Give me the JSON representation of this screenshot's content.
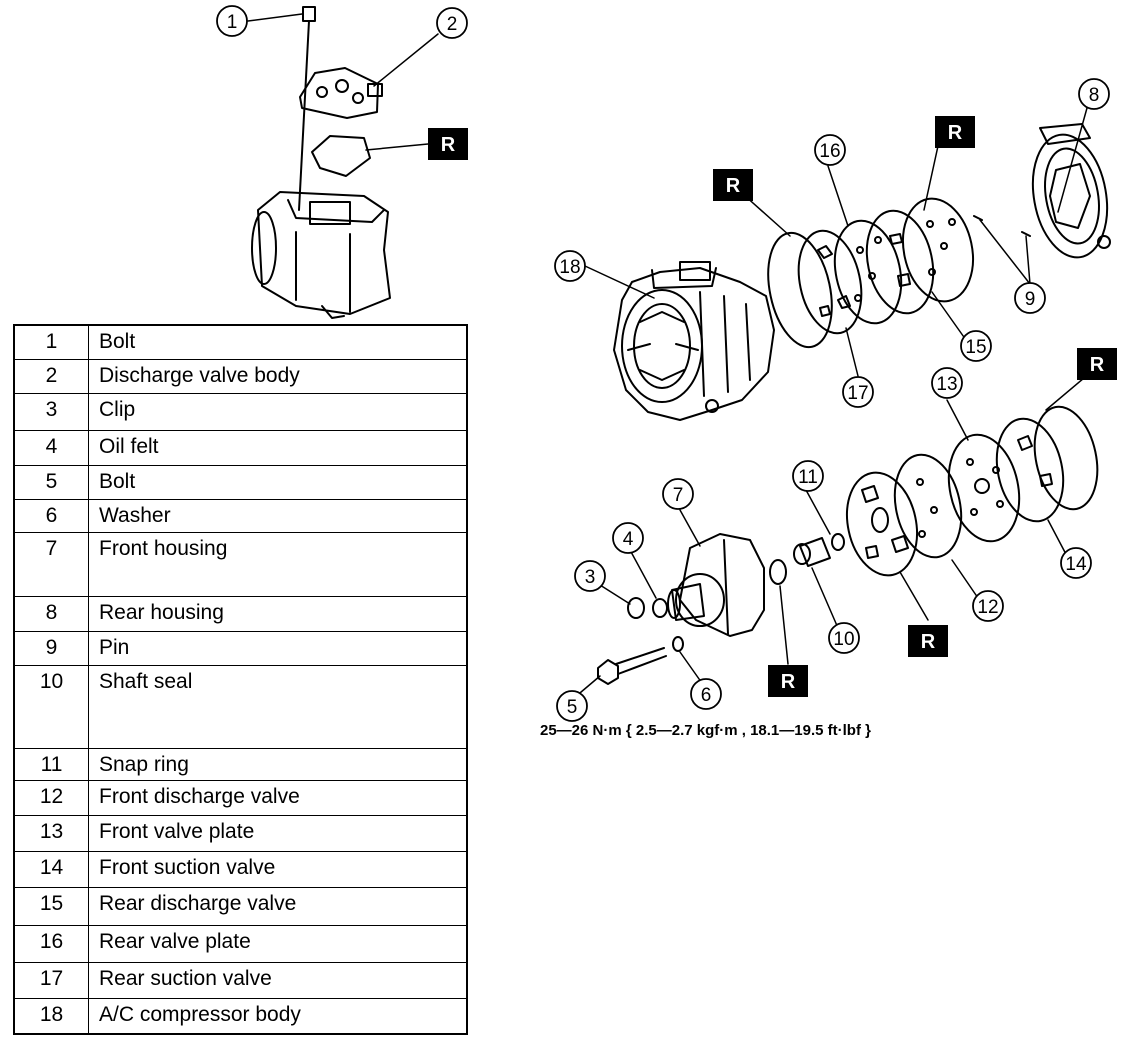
{
  "parts": [
    {
      "no": "1",
      "name": "Bolt"
    },
    {
      "no": "2",
      "name": "Discharge valve body"
    },
    {
      "no": "3",
      "name": "Clip"
    },
    {
      "no": "4",
      "name": "Oil felt"
    },
    {
      "no": "5",
      "name": "Bolt"
    },
    {
      "no": "6",
      "name": "Washer"
    },
    {
      "no": "7",
      "name": "Front housing"
    },
    {
      "no": "8",
      "name": "Rear housing"
    },
    {
      "no": "9",
      "name": "Pin"
    },
    {
      "no": "10",
      "name": "Shaft seal"
    },
    {
      "no": "11",
      "name": "Snap ring"
    },
    {
      "no": "12",
      "name": "Front discharge valve"
    },
    {
      "no": "13",
      "name": "Front valve plate"
    },
    {
      "no": "14",
      "name": "Front suction valve"
    },
    {
      "no": "15",
      "name": "Rear discharge valve"
    },
    {
      "no": "16",
      "name": "Rear valve plate"
    },
    {
      "no": "17",
      "name": "Rear suction valve"
    },
    {
      "no": "18",
      "name": "A/C compressor body"
    }
  ],
  "replace_mark": "R",
  "torque_spec": "25—26 N·m { 2.5—2.7 kgf·m , 18.1—19.5 ft·lbf }"
}
